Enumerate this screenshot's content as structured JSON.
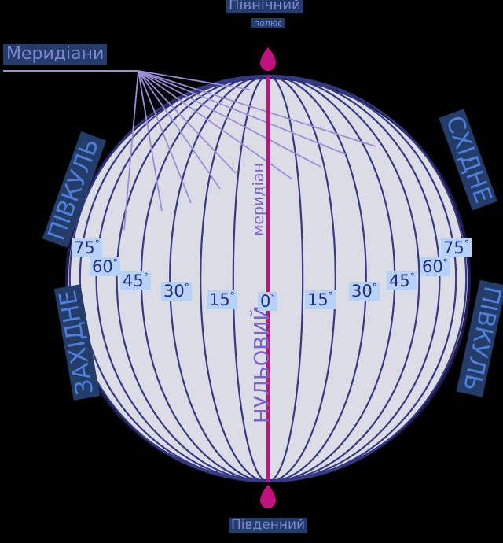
{
  "labels": {
    "north_pole_line1": "Північний",
    "north_pole_line2": "полюс",
    "south_pole": "Південний",
    "meridians": "Меридіани",
    "west_1": "ПІВКУЛЬ",
    "west_2": "ЗАХІДНЕ",
    "east_1": "СХІДНЕ",
    "east_2": "ПІВКУЛЬ",
    "prime_1": "меридіан",
    "prime_2": "НУЛЬОВИЙ"
  },
  "degrees": {
    "w75": "75",
    "w60": "60",
    "w45": "45",
    "w30": "30",
    "w15": "15",
    "zero": "0",
    "e15": "15",
    "e30": "30",
    "e45": "45",
    "e60": "60",
    "e75": "75",
    "mark": "°"
  },
  "colors": {
    "background": "#000000",
    "globe_fill": "#dcdce6",
    "globe_outline": "#1e1a4d",
    "meridian": "#363a82",
    "prime_meridian": "#c0127c",
    "leader_lines": "#9b8ed6",
    "label_box": "#233c69",
    "degree_box": "#b7d2f7"
  }
}
